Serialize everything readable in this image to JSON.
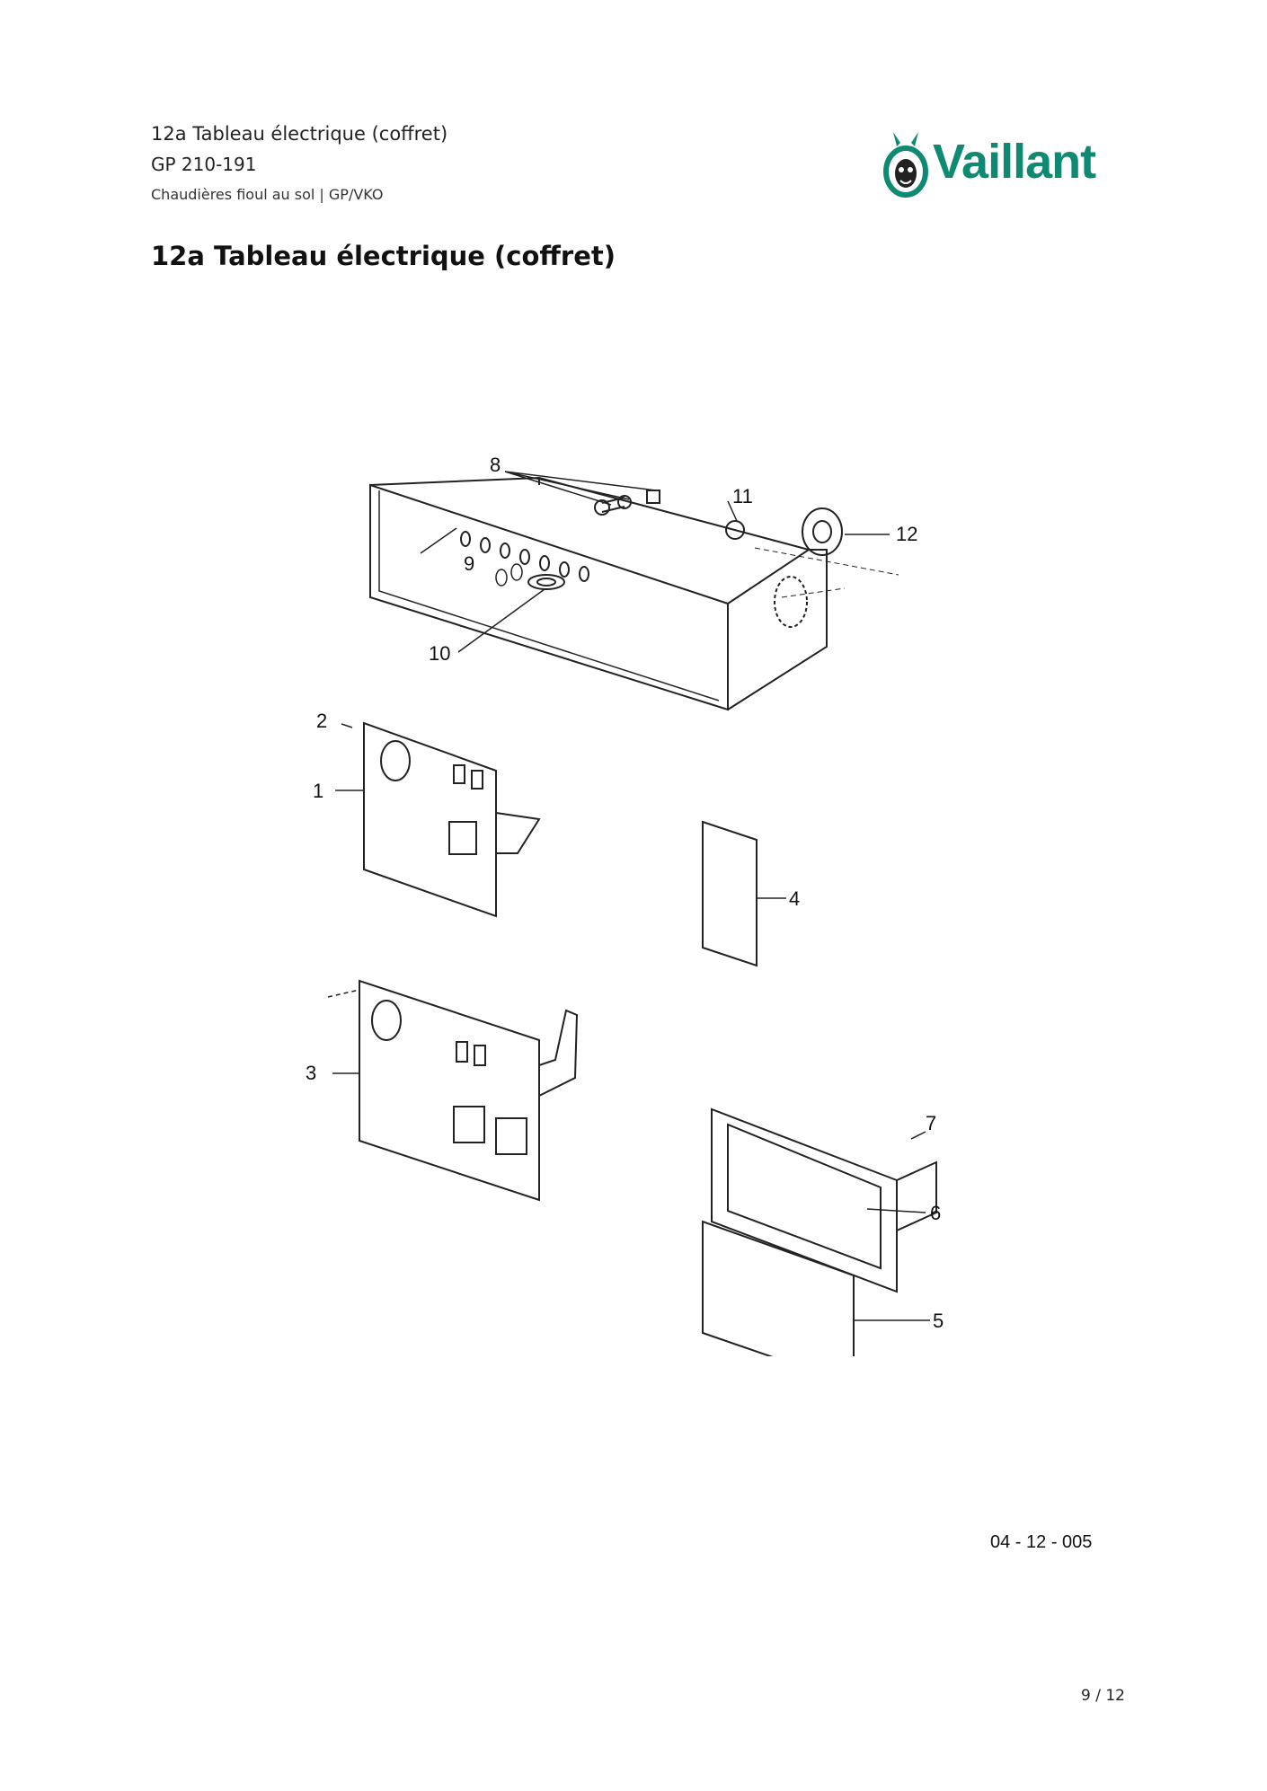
{
  "header": {
    "line1": "12a Tableau électrique (coffret)",
    "line2": "GP 210-191",
    "line3": "Chaudières fioul au sol | GP/VKO"
  },
  "logo": {
    "brand": "Vaillant",
    "color": "#0e8a72",
    "icon": "hare-logo-icon"
  },
  "page_title": "12a Tableau électrique (coffret)",
  "drawing": {
    "callouts": [
      "8",
      "11",
      "12",
      "9",
      "10",
      "2",
      "1",
      "4",
      "3",
      "7",
      "6",
      "5"
    ]
  },
  "drawing_ref": "04 - 12 - 005",
  "page_number": "9 / 12"
}
